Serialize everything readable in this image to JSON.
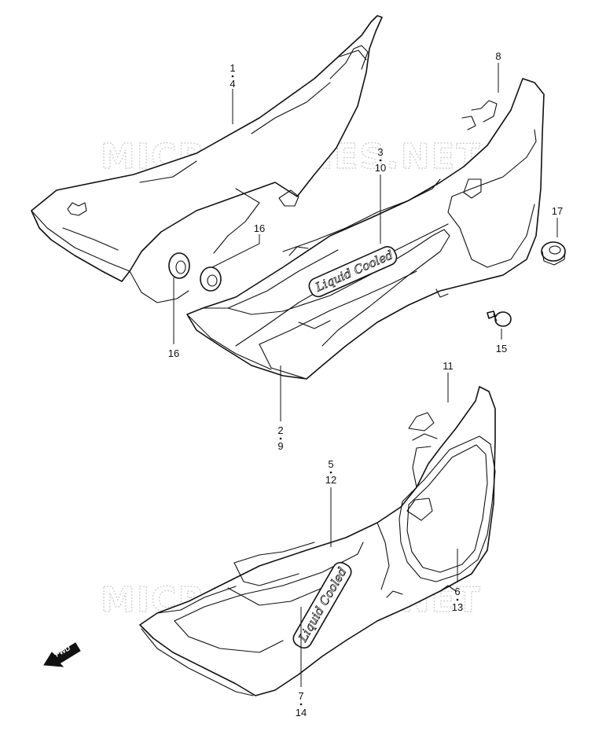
{
  "watermark": {
    "top": "MICROFICHES.NET",
    "bottom": "MICROFICHES.NET"
  },
  "emblem": {
    "upper": "Liquid Cooled",
    "lower": "Liquid Cooled"
  },
  "fwd_label": "FWD",
  "callouts": {
    "c1": "1",
    "c4": "4",
    "c8": "8",
    "c3": "3",
    "c10": "10",
    "c17": "17",
    "c16a": "16",
    "c16b": "16",
    "c15": "15",
    "c2": "2",
    "c9": "9",
    "c11": "11",
    "c5": "5",
    "c12": "12",
    "c6": "6",
    "c13": "13",
    "c7": "7",
    "c14": "14"
  }
}
